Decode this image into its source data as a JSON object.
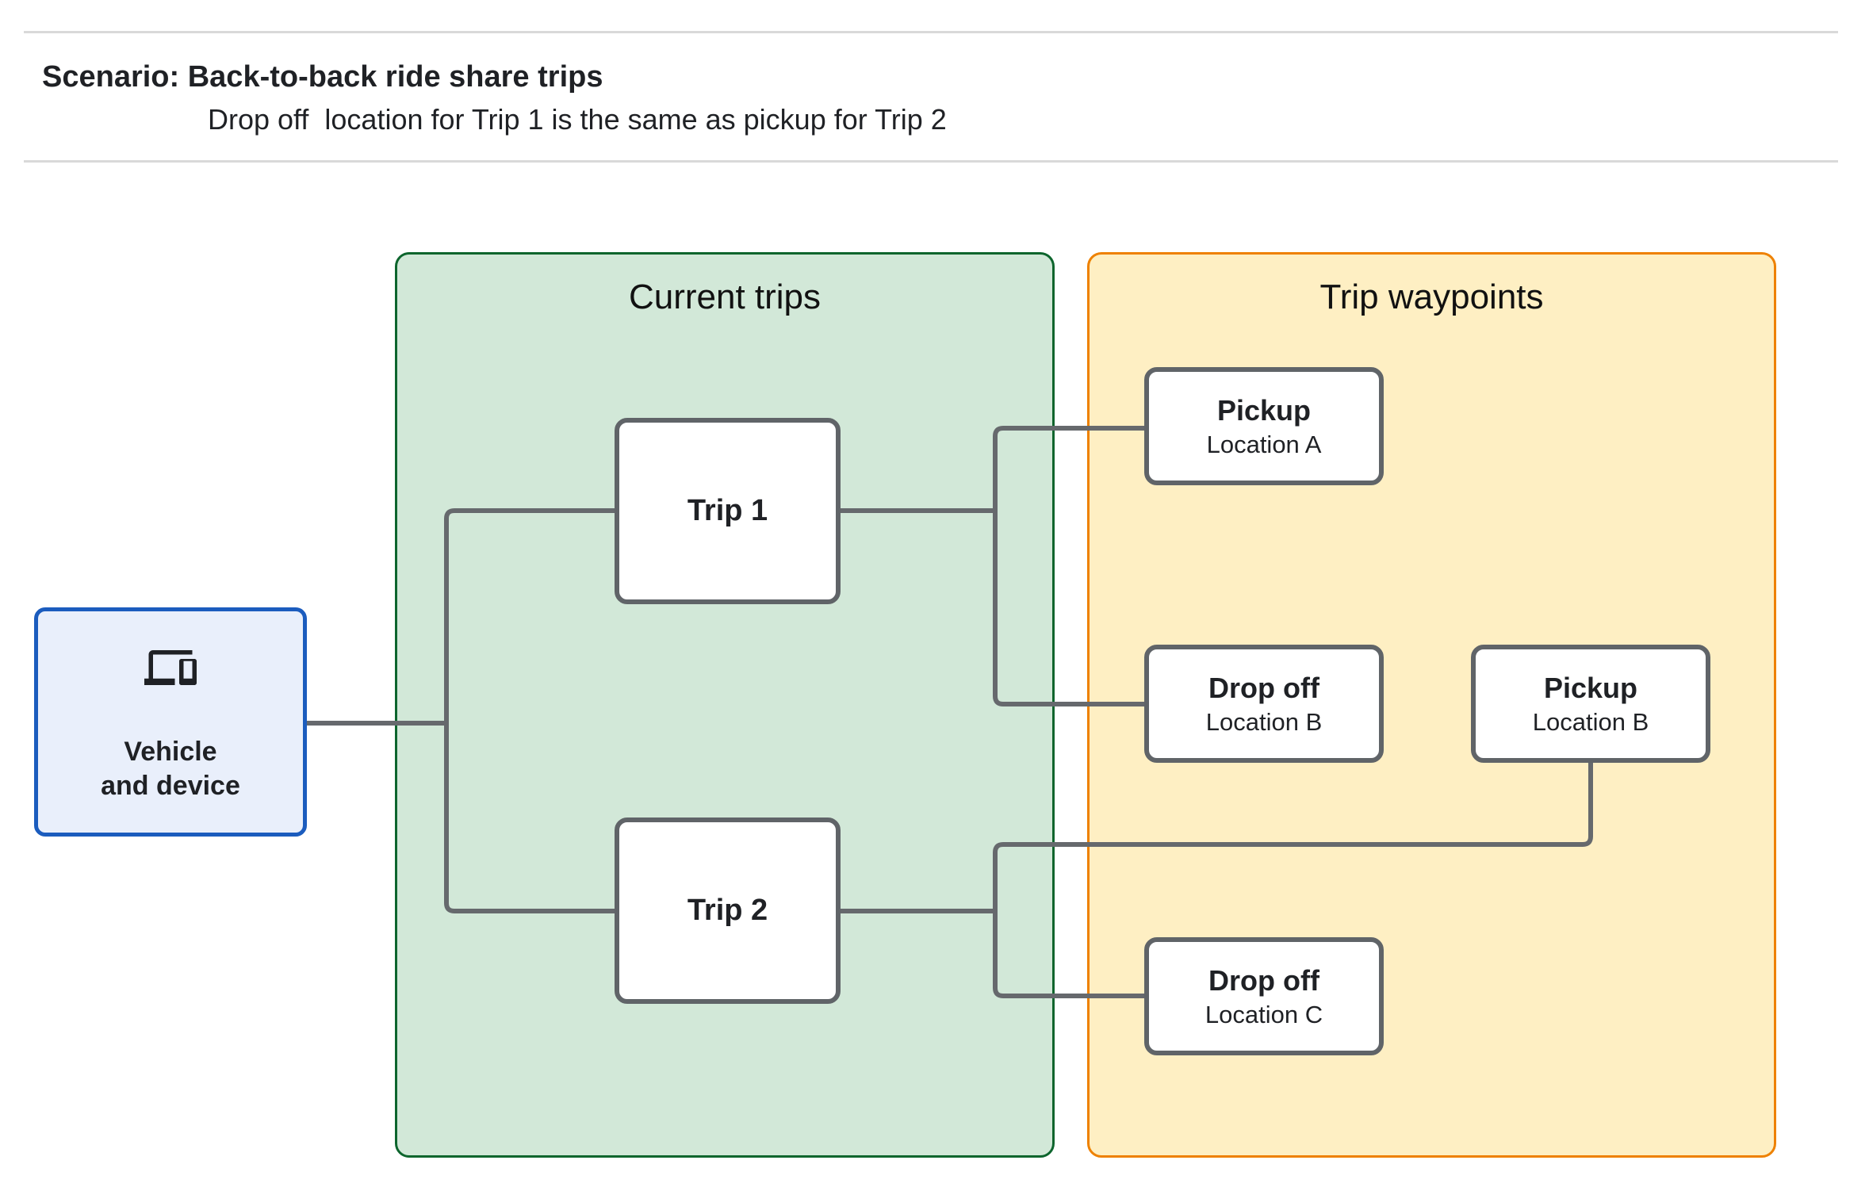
{
  "header": {
    "title": "Scenario: Back-to-back ride share trips",
    "subtitle": "Drop off  location for Trip 1 is the same as pickup for Trip 2"
  },
  "groups": {
    "current_trips": {
      "label": "Current trips"
    },
    "trip_waypoints": {
      "label": "Trip waypoints"
    }
  },
  "nodes": {
    "vehicle": {
      "line1": "Vehicle",
      "line2": "and device",
      "icon": "devices-icon"
    },
    "trip1": {
      "label": "Trip 1"
    },
    "trip2": {
      "label": "Trip 2"
    },
    "pickup_a": {
      "title": "Pickup",
      "subtitle": "Location A"
    },
    "dropoff_b": {
      "title": "Drop off",
      "subtitle": "Location B"
    },
    "pickup_b": {
      "title": "Pickup",
      "subtitle": "Location B"
    },
    "dropoff_c": {
      "title": "Drop off",
      "subtitle": "Location C"
    }
  },
  "palette": {
    "current_trips_fill": "#d2e8d8",
    "current_trips_border": "#0d652d",
    "trip_waypoints_fill": "#feefc3",
    "trip_waypoints_border": "#ee8100",
    "vehicle_fill": "#e9effb",
    "vehicle_border": "#1b5cbe",
    "node_border": "#606468",
    "connector": "#66696d",
    "divider": "#d9d9d9",
    "text": "#1f2125"
  }
}
